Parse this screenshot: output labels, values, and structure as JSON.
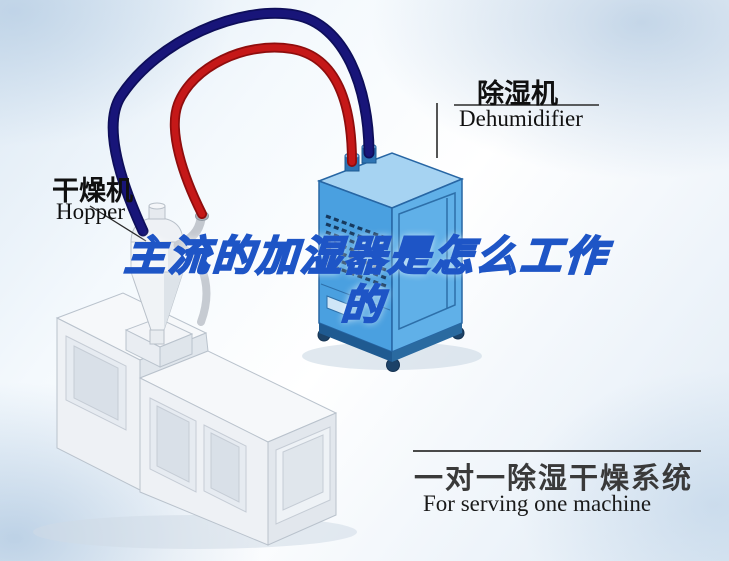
{
  "callouts": {
    "hopper": {
      "cn": "干燥机",
      "en": "Hopper"
    },
    "dehumidifier": {
      "cn": "除湿机",
      "en": "Dehumidifier"
    }
  },
  "title": {
    "line1": "主流的加湿器是怎么工作",
    "line2": "的"
  },
  "caption": {
    "cn": "一对一除湿干燥系统",
    "en": "For serving one machine"
  },
  "colors": {
    "pipe_red": "#c51818",
    "pipe_navy": "#181579",
    "dehumidifier_top": "#a6d3f2",
    "dehumidifier_front": "#4aa0e0",
    "dehumidifier_side": "#60b0e8",
    "title_stroke": "#1e55c6"
  }
}
